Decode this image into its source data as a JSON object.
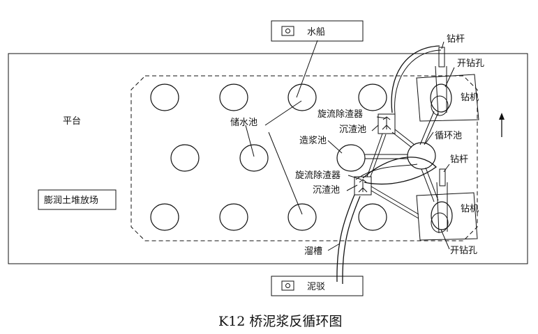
{
  "diagram": {
    "caption": "K12 桥泥浆反循环图",
    "labels": {
      "boat": "水船",
      "drill_rod_top": "钻杆",
      "open_hole_top": "开钻孔",
      "rig_top": "钻机",
      "platform": "平台",
      "storage_pool": "储水池",
      "cyclone_top": "旋流除渣器",
      "sediment_top": "沉渣池",
      "circ_pool": "循环池",
      "slurry_pool": "造浆池",
      "drill_rod_bottom": "钻杆",
      "cyclone_bottom": "旋流除渣器",
      "sediment_bottom": "沉渣池",
      "rig_bottom": "钻机",
      "soil_yard": "膨润土堆放场",
      "chute": "溜槽",
      "open_hole_bottom": "开钻孔",
      "mud_barge": "泥驳"
    }
  }
}
